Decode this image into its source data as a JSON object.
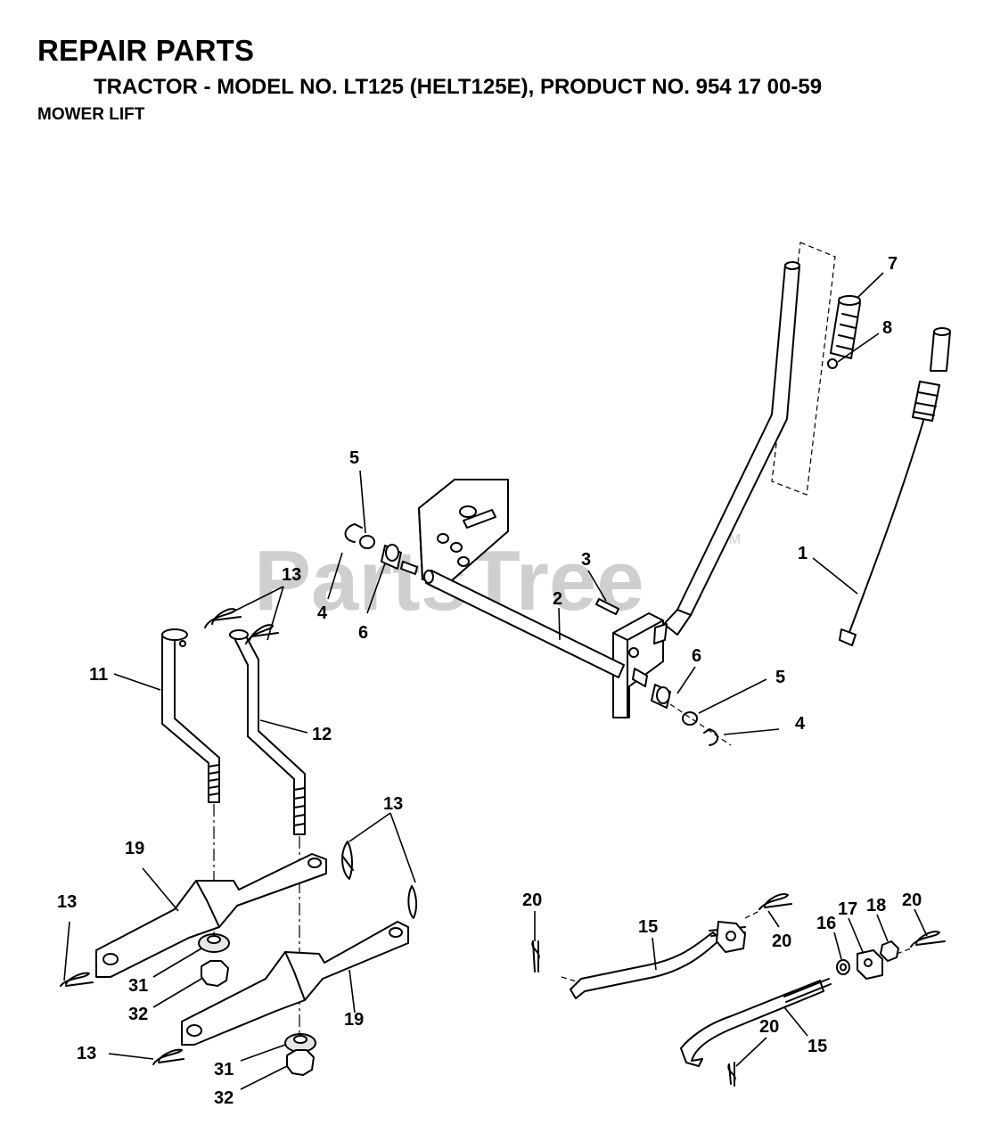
{
  "header": {
    "title": "REPAIR PARTS",
    "subtitle": "TRACTOR - MODEL NO. LT125 (HELT125E), PRODUCT NO. 954 17 00-59",
    "section": "MOWER LIFT"
  },
  "watermark": {
    "text": "PartsTree",
    "tm": "TM"
  },
  "callouts": [
    {
      "id": "c1",
      "text": "1"
    },
    {
      "id": "c2",
      "text": "2"
    },
    {
      "id": "c3",
      "text": "3"
    },
    {
      "id": "c4a",
      "text": "4"
    },
    {
      "id": "c4b",
      "text": "4"
    },
    {
      "id": "c5a",
      "text": "5"
    },
    {
      "id": "c5b",
      "text": "5"
    },
    {
      "id": "c6a",
      "text": "6"
    },
    {
      "id": "c6b",
      "text": "6"
    },
    {
      "id": "c7",
      "text": "7"
    },
    {
      "id": "c8",
      "text": "8"
    },
    {
      "id": "c11",
      "text": "11"
    },
    {
      "id": "c12",
      "text": "12"
    },
    {
      "id": "c13a",
      "text": "13"
    },
    {
      "id": "c13b",
      "text": "13"
    },
    {
      "id": "c13c",
      "text": "13"
    },
    {
      "id": "c13d",
      "text": "13"
    },
    {
      "id": "c15a",
      "text": "15"
    },
    {
      "id": "c15b",
      "text": "15"
    },
    {
      "id": "c16",
      "text": "16"
    },
    {
      "id": "c17",
      "text": "17"
    },
    {
      "id": "c18",
      "text": "18"
    },
    {
      "id": "c19a",
      "text": "19"
    },
    {
      "id": "c19b",
      "text": "19"
    },
    {
      "id": "c20a",
      "text": "20"
    },
    {
      "id": "c20b",
      "text": "20"
    },
    {
      "id": "c20c",
      "text": "20"
    },
    {
      "id": "c20d",
      "text": "20"
    },
    {
      "id": "c31a",
      "text": "31"
    },
    {
      "id": "c31b",
      "text": "31"
    },
    {
      "id": "c32a",
      "text": "32"
    },
    {
      "id": "c32b",
      "text": "32"
    }
  ]
}
